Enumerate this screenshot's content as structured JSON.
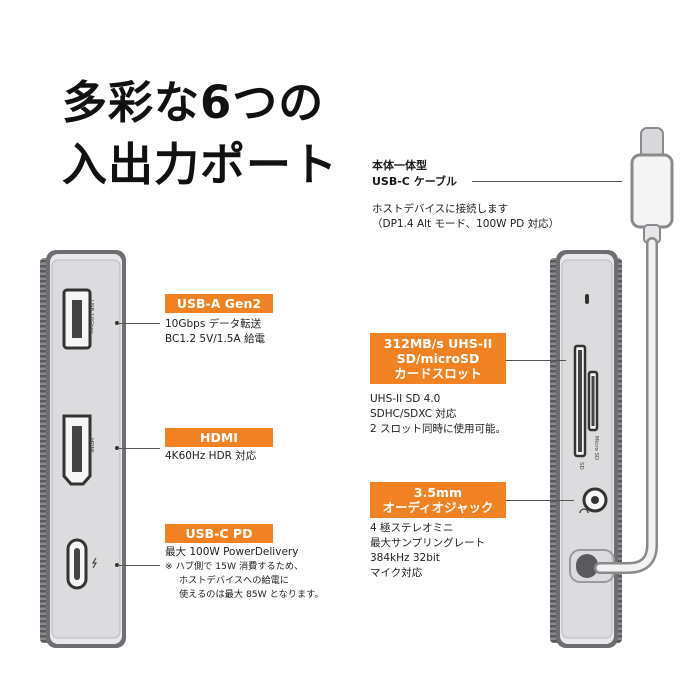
{
  "headline": {
    "line1": "多彩な6つの",
    "line2": "入出力ポート"
  },
  "cable": {
    "title_line1": "本体一体型",
    "title_line2": "USB-C ケーブル",
    "desc_line1": "ホストデバイスに接続します",
    "desc_line2": "（DP1.4 Alt モード、100W PD 対応）"
  },
  "ports": {
    "usba": {
      "badge": "USB-A Gen2",
      "line1": "10Gbps データ転送",
      "line2": "BC1.2 5V/1.5A 給電",
      "port_label": "USB 10Gbps"
    },
    "hdmi": {
      "badge": "HDMI",
      "line1": "4K60Hz HDR 対応",
      "port_label": "HDMI"
    },
    "usbc": {
      "badge": "USB-C PD",
      "line1": "最大 100W PowerDelivery",
      "note1": "※ ハブ側で 15W 消費するため、",
      "note2": "ホストデバイスへの給電に",
      "note3": "使えるのは最大 85W となります。"
    },
    "sd": {
      "badge_line1": "312MB/s UHS-II",
      "badge_line2": "SD/microSD",
      "badge_line3": "カードスロット",
      "line1": "UHS-II SD 4.0",
      "line2": "SDHC/SDXC 対応",
      "line3": "2 スロット同時に使用可能。",
      "sd_label": "SD",
      "microsd_label": "Micro SD"
    },
    "audio": {
      "badge_line1": "3.5mm",
      "badge_line2": "オーディオジャック",
      "line1": "4 極ステレオミニ",
      "line2": "最大サンプリングレート",
      "line3": "384kHz 32bit",
      "line4": "マイク対応"
    }
  },
  "colors": {
    "accent": "#f08223",
    "device": "#6e6e72",
    "text": "#222222"
  }
}
